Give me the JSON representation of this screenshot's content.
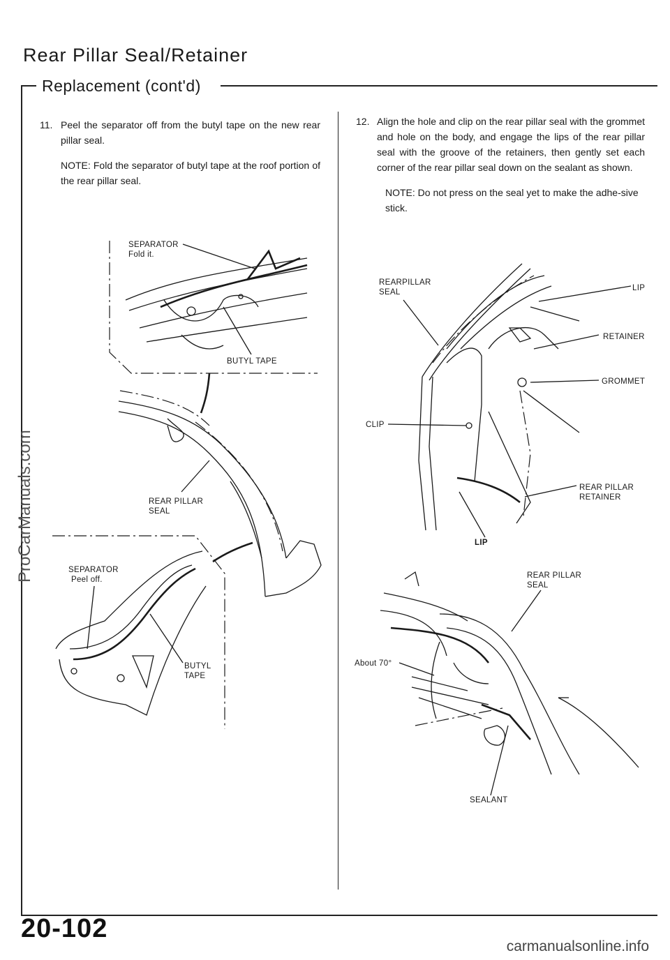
{
  "page": {
    "title": "Rear Pillar Seal/Retainer",
    "subtitle": "Replacement (cont'd)",
    "page_number": "20-102",
    "watermark_side": "ProCarManuals.com",
    "watermark_footer": "carmanualsonline.info"
  },
  "steps": [
    {
      "number": "11.",
      "text": "Peel the separator off from the butyl tape on the new rear pillar seal.",
      "note": "NOTE: Fold the separator of butyl tape at the roof portion of the rear pillar seal."
    },
    {
      "number": "12.",
      "text": "Align the hole and clip on the rear pillar seal with the grommet and hole on the body, and engage the lips of the rear pillar seal with the groove of the retainers, then gently set each corner of the rear pillar seal down on the sealant as shown.",
      "note": "NOTE: Do not press on the seal yet to make the adhe-sive stick."
    }
  ],
  "figure_left": {
    "separator_fold": [
      "SEPARATOR",
      "Fold it."
    ],
    "butyl_tape_top": "BUTYL TAPE",
    "rear_pillar_seal": [
      "REAR PILLAR",
      "SEAL"
    ],
    "separator_peel": [
      "SEPARATOR",
      "Peel off."
    ],
    "butyl_tape_bottom": [
      "BUTYL",
      "TAPE"
    ]
  },
  "figure_right_top": {
    "rear_pillar_seal": [
      "REARPILLAR",
      "SEAL"
    ],
    "lip": "LIP",
    "retainer": "RETAINER",
    "grommet": "GROMMET",
    "clip": "CLIP",
    "rear_pillar_retainer": [
      "REAR PILLAR",
      "RETAINER"
    ],
    "lip_bottom": "LIP"
  },
  "figure_right_bottom": {
    "rear_pillar_seal": [
      "REAR PILLAR",
      "SEAL"
    ],
    "angle": "About 70°",
    "sealant": "SEALANT"
  }
}
